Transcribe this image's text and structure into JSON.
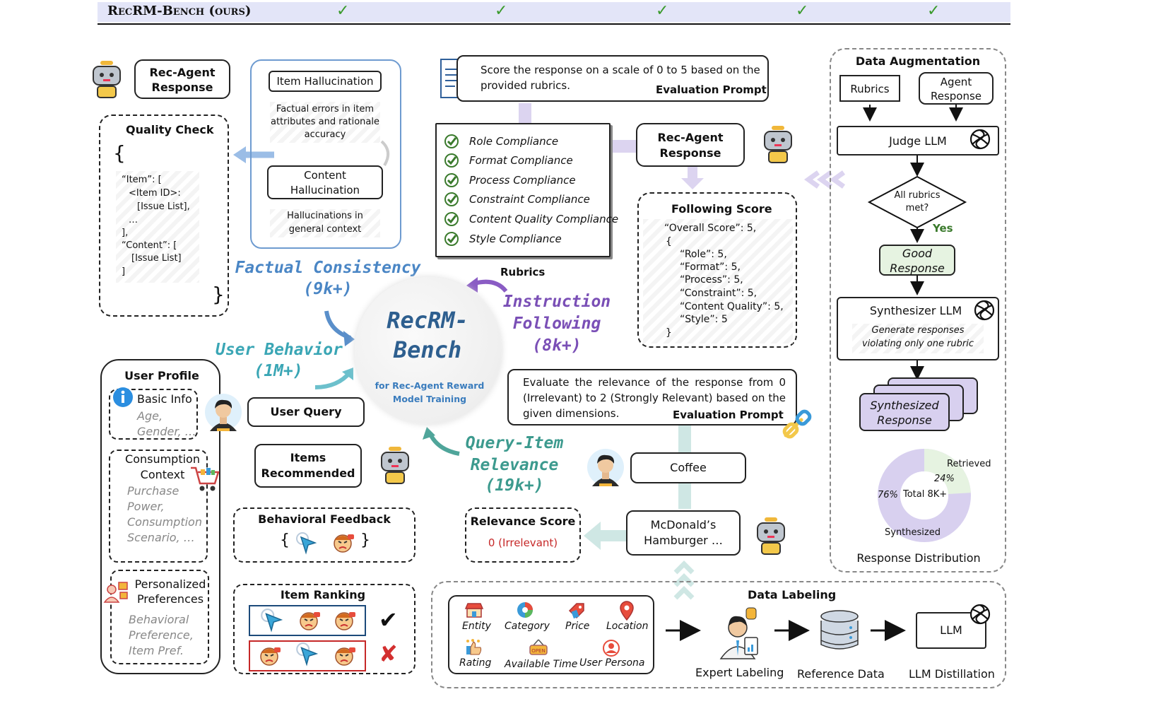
{
  "header": {
    "name": "RecRM-Bench (ours)",
    "check": "✓"
  },
  "colors": {
    "header_band": "#e3e5f8",
    "factual": "#4a86c5",
    "instruction": "#7a4fb6",
    "user_behavior": "#3aa6b5",
    "relevance": "#3c9a8e",
    "red": "#c62828",
    "green": "#3a7a2c",
    "purple_fill": "#d8d0ef",
    "green_fill": "#e6f3e1"
  },
  "center": {
    "title": "RecRM-Bench",
    "subtitle": "for Rec-Agent Reward Model Training"
  },
  "categories": {
    "factual": {
      "title": "Factual Consistency",
      "count": "(9k+)"
    },
    "instruction": {
      "title": "Instruction Following",
      "count": "(8k+)"
    },
    "user_behavior": {
      "title": "User Behavior",
      "count": "(1M+)"
    },
    "relevance": {
      "title": "Query-Item Relevance",
      "count": "(19k+)"
    }
  },
  "factual": {
    "agent_response": "Rec-Agent Response",
    "quality_check": {
      "title": "Quality Check",
      "open": "{",
      "close": "}",
      "lines": [
        "“Item”: [",
        "<Item ID>:",
        "[Issue List],",
        "…",
        "],",
        "“Content”: [",
        "[Issue List]",
        "]"
      ]
    },
    "item_hallucination": "Item Hallucination",
    "item_hallucination_desc": "Factual errors in item attributes and rationale accuracy",
    "content_hallucination": "Content Hallucination",
    "content_hallucination_desc": "Hallucinations in general context"
  },
  "instruction": {
    "prompt_text": "Score the response on a scale of  0 to 5 based on the provided rubrics.",
    "prompt_label": "Evaluation Prompt",
    "rubrics_label": "Rubrics",
    "rubrics": [
      "Role Compliance",
      "Format Compliance",
      "Process  Compliance",
      "Constraint  Compliance",
      "Content Quality  Compliance",
      "Style Compliance"
    ],
    "agent_response": "Rec-Agent Response",
    "score_title": "Following Score",
    "score_lines": [
      "“Overall Score”: 5,",
      "{",
      "“Role”: 5,",
      "“Format”: 5,",
      "“Process”: 5,",
      "“Constraint”: 5,",
      "“Content Quality”: 5,",
      "“Style”: 5",
      "}"
    ]
  },
  "augmentation": {
    "title": "Data Augmentation",
    "rubrics": "Rubrics",
    "agent_response": "Agent Response",
    "judge": "Judge LLM",
    "decision": "All rubrics met?",
    "yes": "Yes",
    "good": "Good Response",
    "synth": "Synthesizer LLM",
    "synth_desc": "Generate responses violating only one rubric",
    "synthesized": "Synthesized Response",
    "dist_title": "Response Distribution",
    "retrieved_label": "Retrieved",
    "retrieved_pct": "24%",
    "retrieved_value": 24,
    "synth_label": "Synthesized",
    "synth_pct": "76%",
    "total": "Total 8K+"
  },
  "user": {
    "profile_title": "User Profile",
    "basic_info": "Basic Info",
    "basic_info_desc": "Age, Gender, …",
    "consumption": "Consumption Context",
    "consumption_desc": "Purchase Power, Consumption Scenario, …",
    "personal": "Personalized Preferences",
    "personal_desc": "Behavioral Preference, Item Pref.",
    "query": "User Query",
    "items": "Items Recommended",
    "feedback_title": "Behavioral Feedback",
    "ranking_title": "Item Ranking",
    "brace_open": "{",
    "brace_close": "}",
    "check_mark": "✔",
    "cross_mark": "✘"
  },
  "relevance": {
    "prompt_text": "Evaluate the relevance of the response from 0 (Irrelevant) to 2 (Strongly Relevant) based on the given dimensions.",
    "prompt_label": "Evaluation Prompt",
    "query": "Coffee",
    "response": "McDonald’s Hamburger …",
    "score_title": "Relevance Score",
    "score_value": "0 (Irrelevant)"
  },
  "labeling": {
    "title": "Data Labeling",
    "dims": [
      "Entity",
      "Category",
      "Price",
      "Location",
      "Rating",
      "Available Time",
      "User Persona"
    ],
    "expert": "Expert Labeling",
    "reference": "Reference Data",
    "llm": "LLM",
    "distill": "LLM Distillation"
  }
}
